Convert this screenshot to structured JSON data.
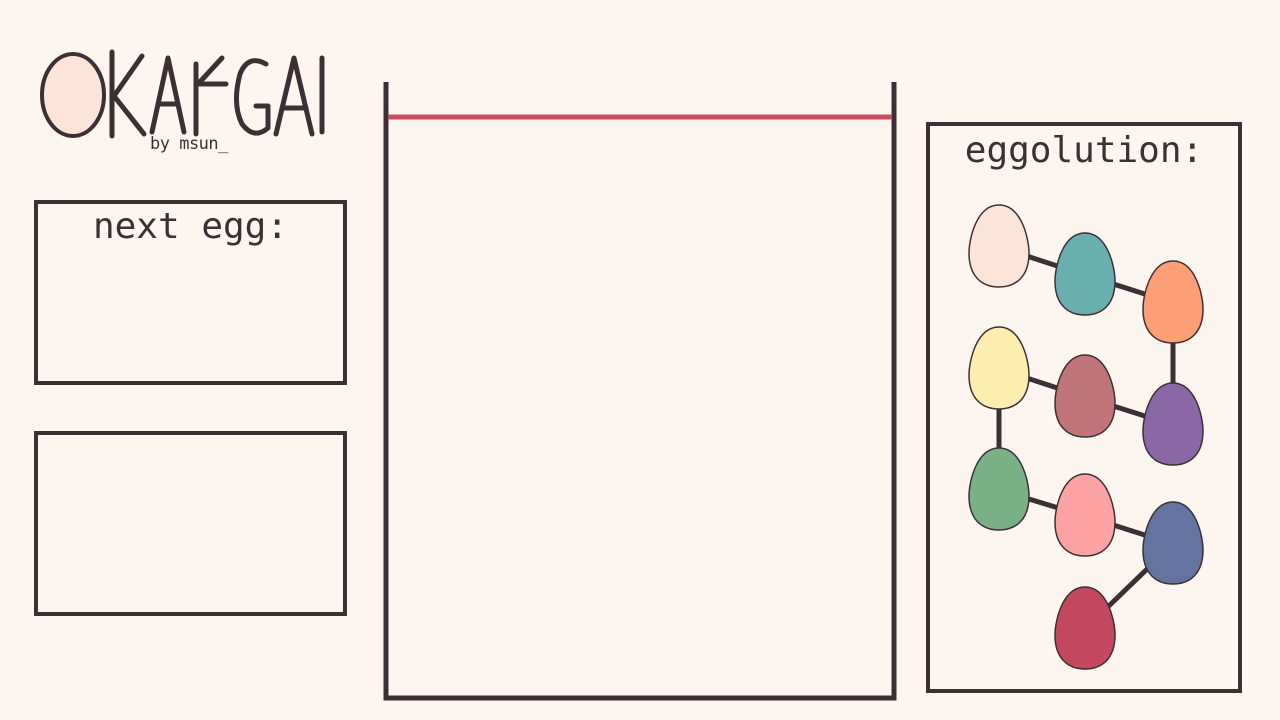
{
  "game": {
    "title": "OKAKGA",
    "byline": "by msun_"
  },
  "next_panel": {
    "title": "next egg:"
  },
  "hold_panel": {
    "title": ""
  },
  "evolution": {
    "title": "eggolution:",
    "eggs": [
      {
        "id": "egg-1",
        "color": "#fde4d8"
      },
      {
        "id": "egg-2",
        "color": "#6aafb0"
      },
      {
        "id": "egg-3",
        "color": "#fd9f76"
      },
      {
        "id": "egg-4",
        "color": "#8b67a6"
      },
      {
        "id": "egg-5",
        "color": "#c07678"
      },
      {
        "id": "egg-6",
        "color": "#fdeeaf"
      },
      {
        "id": "egg-7",
        "color": "#79b185"
      },
      {
        "id": "egg-8",
        "color": "#fda3a4"
      },
      {
        "id": "egg-9",
        "color": "#6374a1"
      },
      {
        "id": "egg-10",
        "color": "#c4495e"
      }
    ]
  },
  "playfield": {
    "limit_line_color": "#cc4d5f"
  },
  "colors": {
    "background": "#fdf6f0",
    "ink": "#3d3035",
    "logo_egg": "#fde4d8"
  }
}
